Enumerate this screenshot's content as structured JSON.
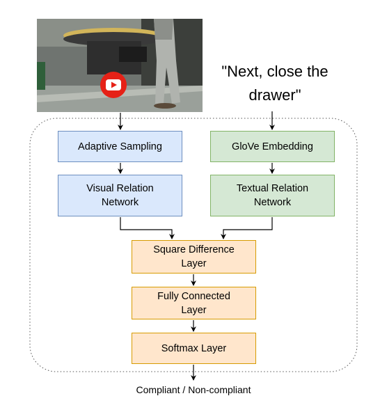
{
  "video": {
    "thumbnail": "person closing a drawer of a round table",
    "play_icon": "youtube-play-icon",
    "play_color": "#e62117"
  },
  "instruction": {
    "line1": "\"Next, close the",
    "line2": "drawer\""
  },
  "boxes": {
    "adaptive_sampling": {
      "text": "Adaptive Sampling"
    },
    "glove_embedding": {
      "text": "GloVe Embedding"
    },
    "visual_relation": {
      "line1": "Visual Relation",
      "line2": "Network"
    },
    "textual_relation": {
      "line1": "Textual Relation",
      "line2": "Network"
    },
    "square_difference": {
      "line1": "Square Difference",
      "line2": "Layer"
    },
    "fully_connected": {
      "line1": "Fully Connected",
      "line2": "Layer"
    },
    "softmax": {
      "text": "Softmax Layer"
    }
  },
  "output": {
    "text": "Compliant / Non-compliant"
  },
  "colors": {
    "blue_fill": "#dae8fc",
    "blue_stroke": "#6c8ebf",
    "green_fill": "#d5e8d4",
    "green_stroke": "#82b366",
    "orange_fill": "#ffe6cc",
    "orange_stroke": "#d79b00"
  }
}
